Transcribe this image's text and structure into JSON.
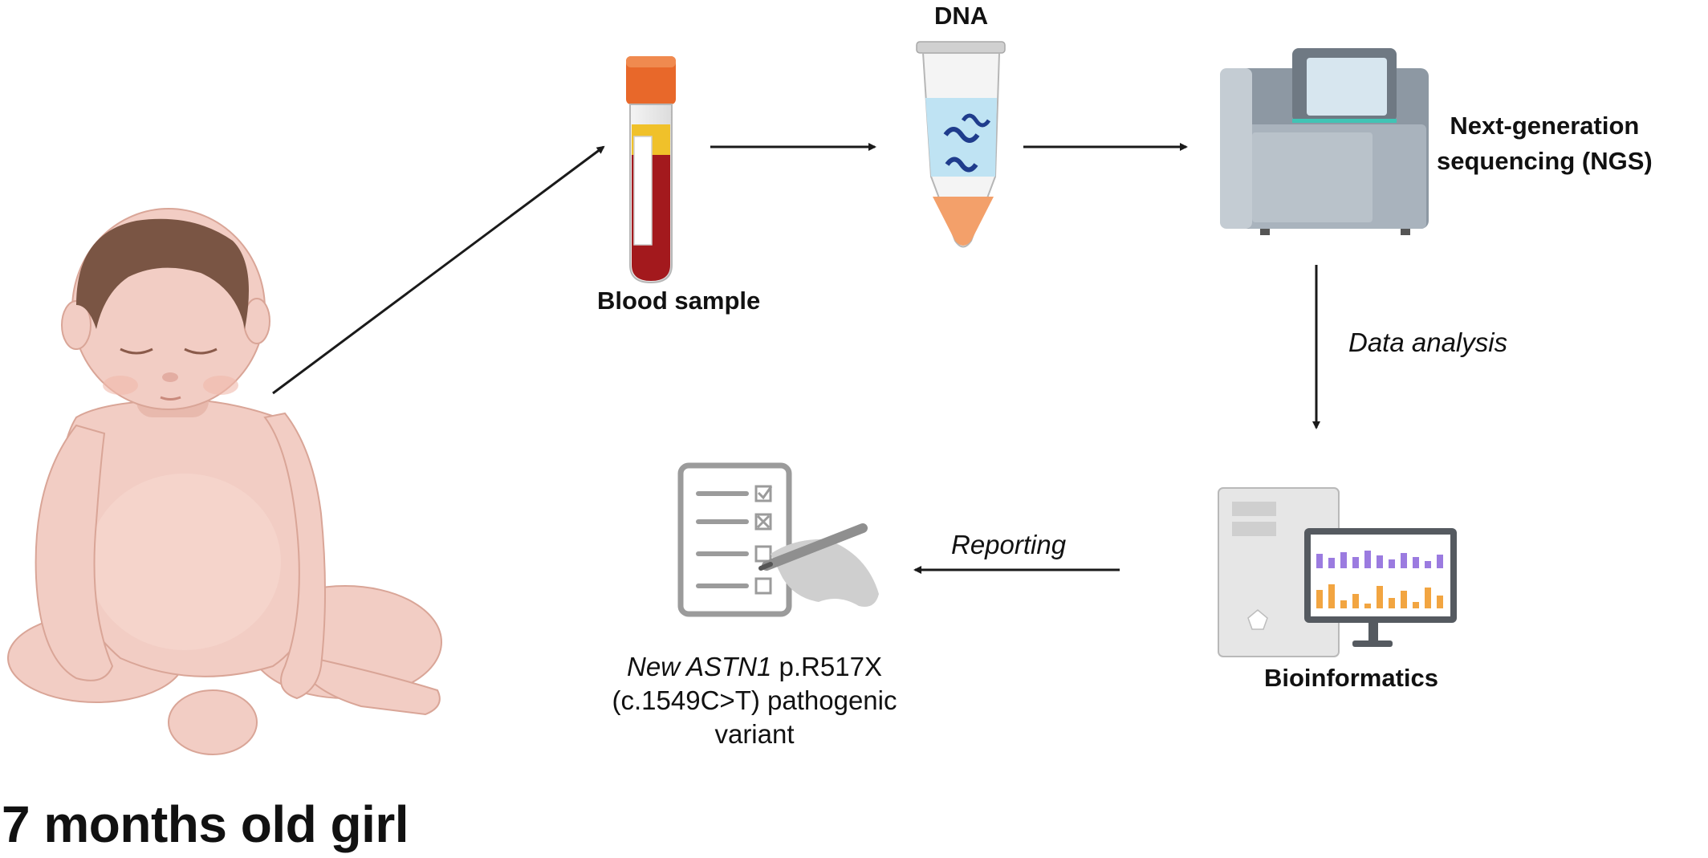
{
  "subject": {
    "label": "7 months old girl"
  },
  "steps": {
    "blood": "Blood sample",
    "dna": "DNA",
    "ngs_line1": "Next-generation",
    "ngs_line2": "sequencing (NGS)",
    "bioinformatics": "Bioinformatics"
  },
  "transitions": {
    "analysis": "Data analysis",
    "reporting": "Reporting"
  },
  "result": {
    "italic_prefix": "New ASTN1",
    "line1_rest": " p.R517X",
    "line2": "(c.1549C>T) pathogenic",
    "line3": "variant"
  },
  "colors": {
    "skin": "#f2cdc4",
    "skin_shadow": "#e3ada2",
    "hair": "#7a5544",
    "blood": "#a3191d",
    "cap": "#e8682a",
    "plasma": "#f0c12a",
    "dna_liquid": "#bfe3f3",
    "dna_strand": "#1f3c8c",
    "pellet": "#f3a06a",
    "machine": "#a9b3bd",
    "screen": "#d7e6ef",
    "teal": "#40c4b5",
    "bar_purple": "#9b7be0",
    "bar_orange": "#f2a541",
    "report_gray": "#9b9b9b"
  }
}
